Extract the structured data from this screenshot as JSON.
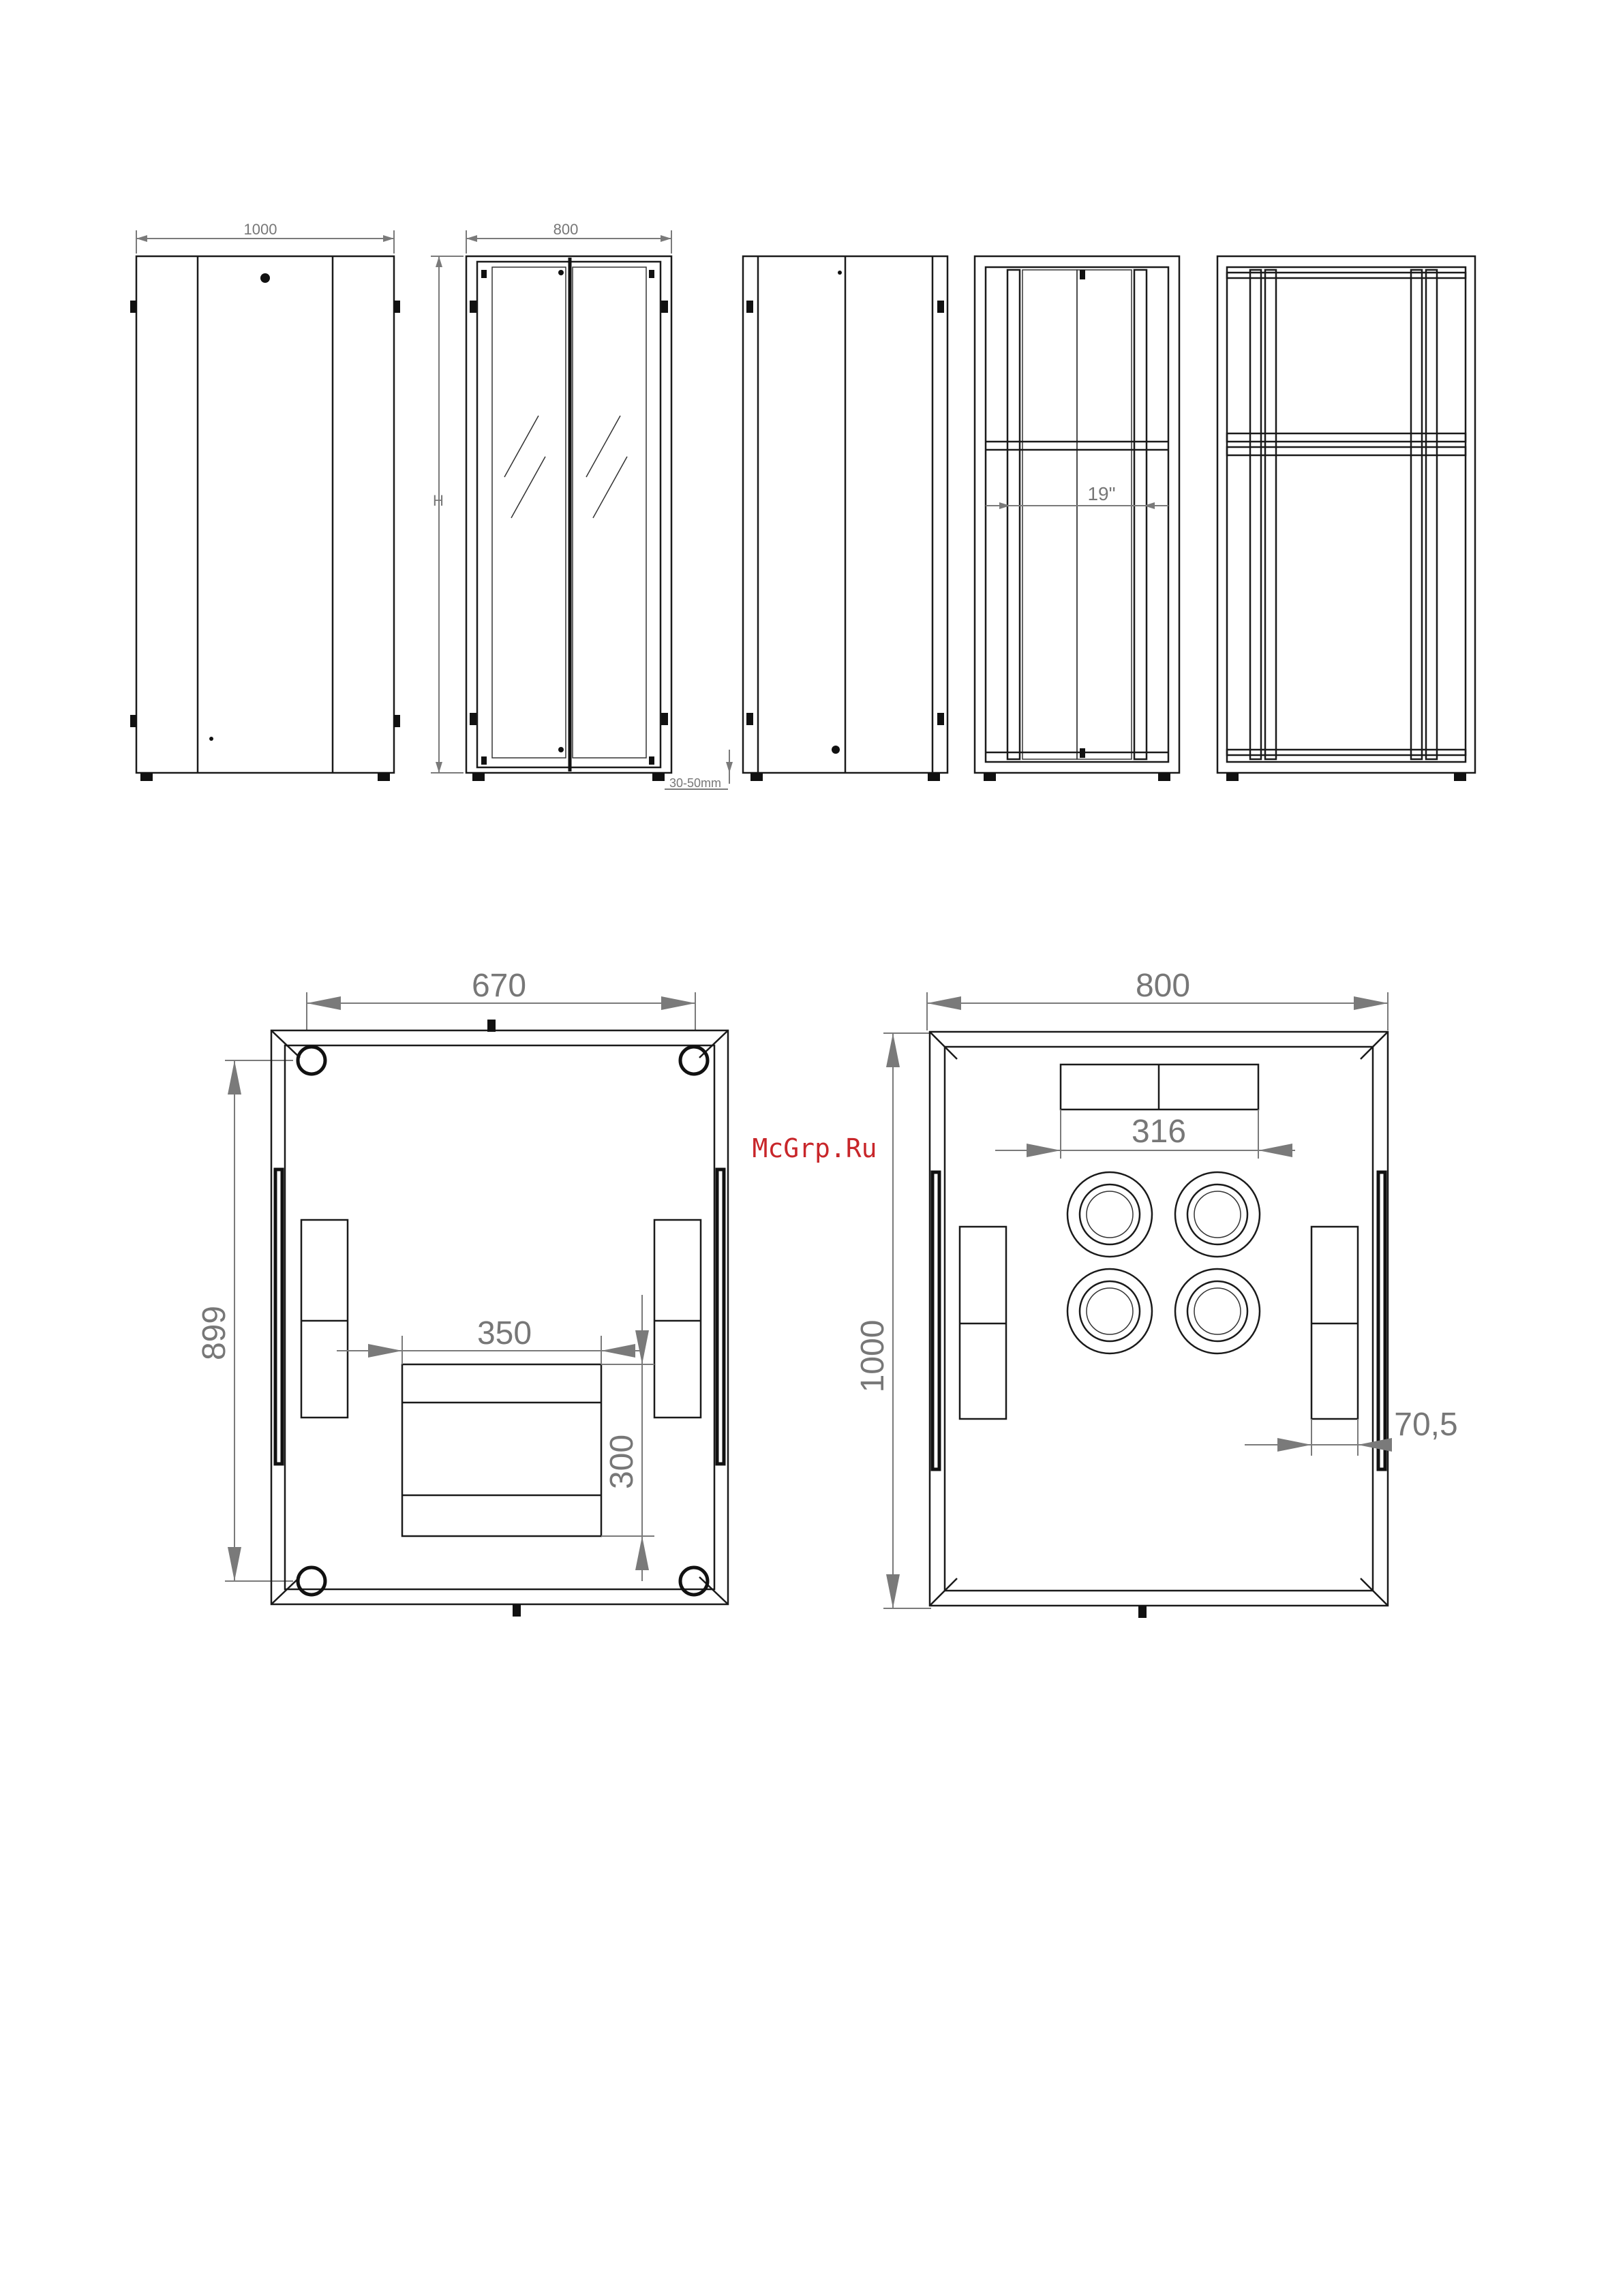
{
  "watermark": "McGrp.Ru",
  "front_views": {
    "dims": {
      "depth": "1000",
      "width": "800",
      "height": "H",
      "feet": "30-50mm",
      "rack": "19\""
    }
  },
  "plan_views": {
    "left": {
      "width": "670",
      "depth": "899",
      "opening_width": "350",
      "opening_depth": "300"
    },
    "right": {
      "width": "800",
      "depth": "1000",
      "fan_spacing": "316",
      "side_offset": "70,5"
    }
  },
  "colors": {
    "line": "#1a1a1a",
    "dimension": "#7a7a7a",
    "watermark": "#c8262a"
  }
}
